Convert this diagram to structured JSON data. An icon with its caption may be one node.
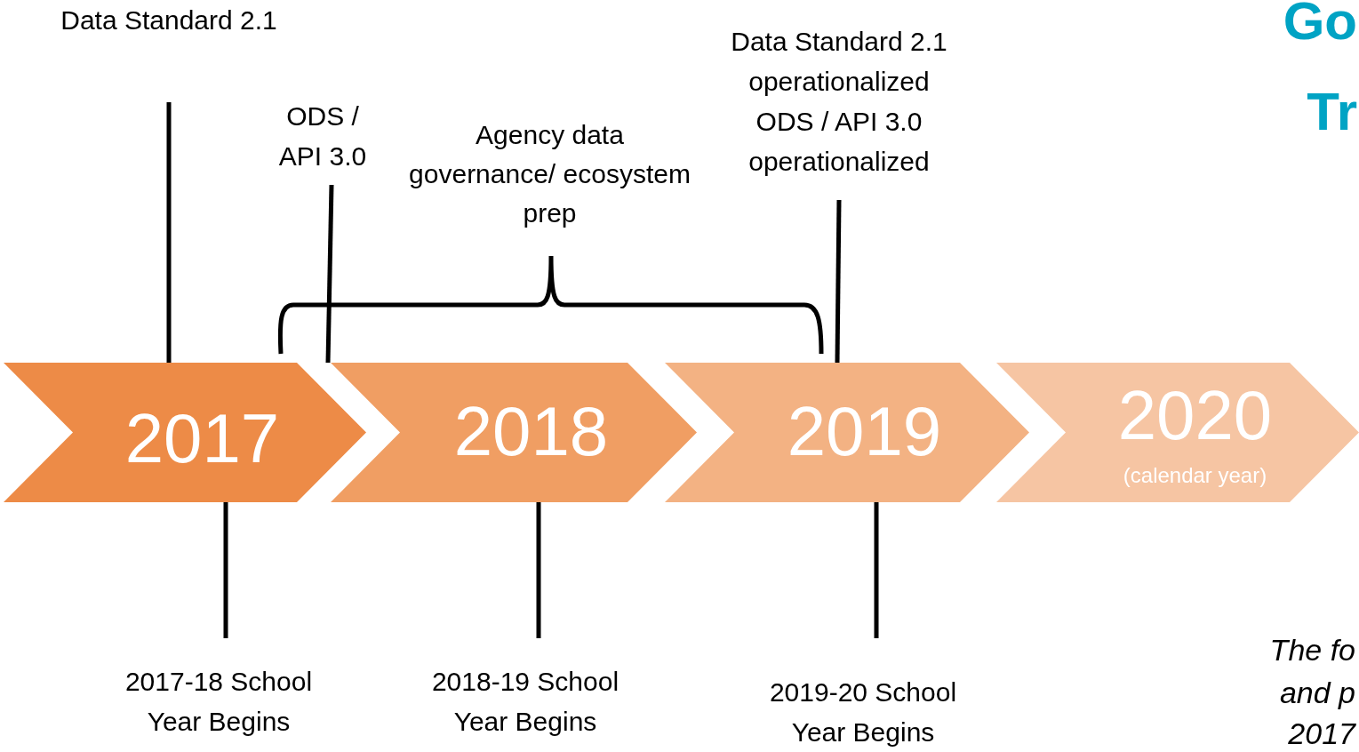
{
  "diagram": {
    "nodes": [
      {
        "text": [
          "2017"
        ]
      },
      {
        "text": [
          "2018"
        ]
      },
      {
        "text": [
          "2019"
        ]
      },
      {
        "text": [
          "2020",
          "(calendar year)"
        ]
      },
      {
        "text": [
          "Data Standard 2.1"
        ]
      },
      {
        "text": [
          "ODS / API 3.0"
        ]
      },
      {
        "text": [
          "Data Standard 2.1 operationalized ODS / API 3.0 operationalized"
        ]
      },
      {
        "text": [
          "2017-18 School Year Begins"
        ]
      },
      {
        "text": [
          "2018-19 School Year Begins"
        ]
      },
      {
        "text": [
          "2019-20 School Year Begins"
        ]
      }
    ],
    "edges": [
      {
        "from": 4,
        "to": 0,
        "arrow": "none"
      },
      {
        "from": 5,
        "to": 1,
        "arrow": "none"
      },
      {
        "from": 6,
        "to": 2,
        "arrow": "none"
      },
      {
        "from": 0,
        "to": 7,
        "arrow": "none"
      },
      {
        "from": 1,
        "to": 8,
        "arrow": "none"
      },
      {
        "from": 2,
        "to": 9,
        "arrow": "none"
      }
    ],
    "labels": [
      "Agency data governance/ ecosystem prep",
      "Go",
      "Tr",
      "The fo",
      "and p",
      "2017"
    ]
  }
}
